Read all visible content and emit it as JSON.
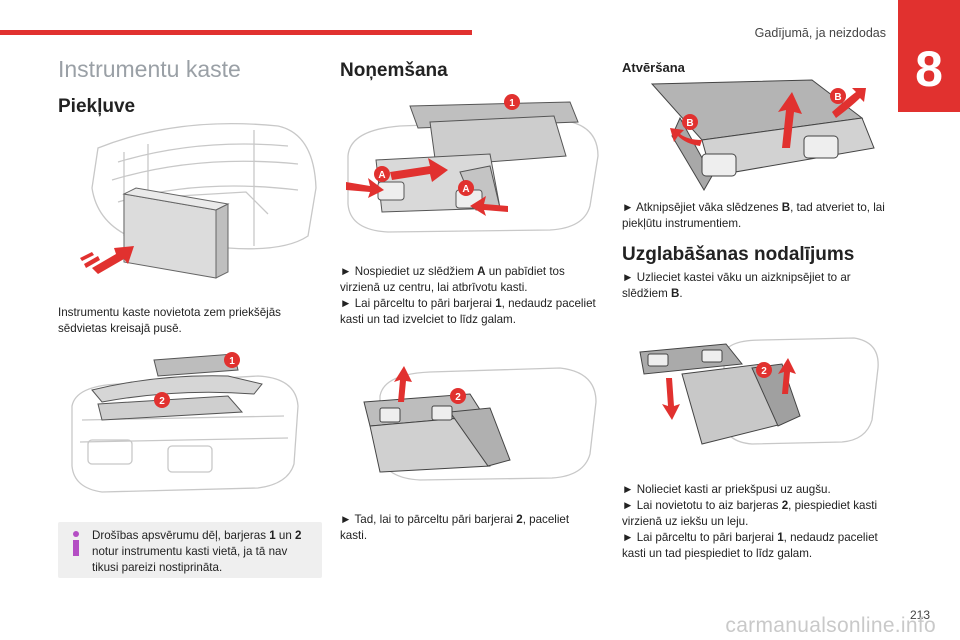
{
  "header": {
    "section_title": "Gadījumā, ja neizdodas",
    "chapter_number": "8"
  },
  "column1": {
    "title": "Instrumentu kaste",
    "heading": "Piekļuve",
    "paragraph": "Instrumentu kaste novietota zem priekšējās sēdvietas kreisajā pusē.",
    "info_parts": [
      "Drošības apsvērumu dēļ, barjeras ",
      "1",
      " un ",
      "2",
      " notur instrumentu kasti vietā, ja tā nav tikusi pareizi nostiprināta."
    ],
    "fig2_labels": [
      "1",
      "2"
    ]
  },
  "column2": {
    "heading": "Noņemšana",
    "fig_labels": [
      "1",
      "A",
      "A",
      "2"
    ],
    "step1_parts": [
      "► Nospiediet uz slēdžiem ",
      "A",
      " un pabīdiet tos virzienā uz centru, lai atbrīvotu kasti."
    ],
    "step2_parts": [
      "► Lai pārceltu to pāri barjerai ",
      "1",
      ", nedaudz paceliet kasti un tad izvelciet to līdz galam."
    ],
    "step3_parts": [
      "► Tad, lai to pārceltu pāri barjerai ",
      "2",
      ", paceliet kasti."
    ]
  },
  "column3": {
    "heading1": "Atvēršana",
    "fig_labels": [
      "B",
      "B",
      "2"
    ],
    "step1_parts": [
      "► Atknipsējiet vāka slēdzenes ",
      "B",
      ", tad atveriet to, lai piekļūtu instrumentiem."
    ],
    "heading2": "Uzglabāšanas nodalījums",
    "step2_parts": [
      "► Uzlieciet kastei vāku un aizknipsējiet to ar slēdžiem ",
      "B",
      "."
    ],
    "step3": "► Nolieciet kasti ar priekšpusi uz augšu.",
    "step4_parts": [
      "► Lai novietotu to aiz barjeras ",
      "2",
      ", piespiediet kasti virzienā uz iekšu un leju."
    ],
    "step5_parts": [
      "► Lai pārceltu to pāri barjerai ",
      "1",
      ", nedaudz paceliet kasti un tad piespiediet to līdz galam."
    ]
  },
  "footer": {
    "page_number": "213",
    "watermark": "carmanualsonline.info"
  },
  "colors": {
    "accent": "#e1312f",
    "info_icon": "#b44ec4",
    "info_bg": "#efefef",
    "title_gray": "#9aa0a6"
  }
}
